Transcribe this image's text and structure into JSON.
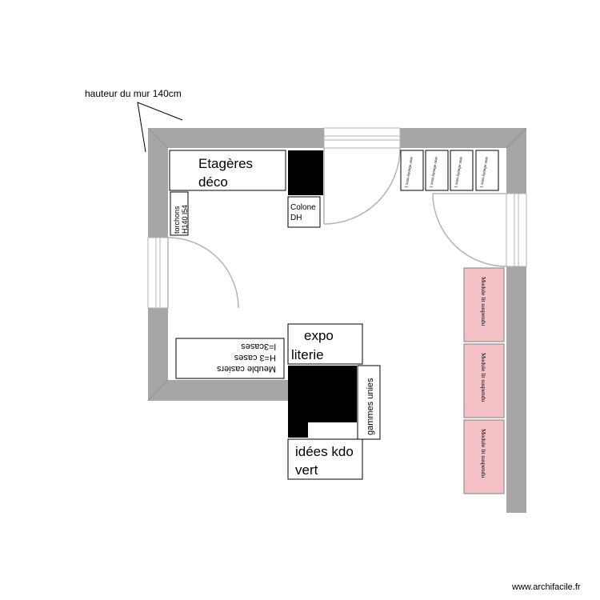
{
  "annotation": {
    "wall_height": "hauteur du mur 140cm"
  },
  "colors": {
    "wall": "#a6a6a6",
    "module": "#f4c2c6",
    "door_arc": "#b3b3b3",
    "block": "#000000"
  },
  "labels": {
    "etageres_line1": "Etagères",
    "etageres_line2": "déco",
    "torchons_line1": "torchons",
    "torchons_line2": "H140 l54",
    "colone_line1": "Colone",
    "colone_line2": "DH",
    "coussin": "1 cous.éponge unie",
    "module_lit": "Module lit suspendu",
    "meuble_line1": "Meuble casiers",
    "meuble_line2": "H=3 cases",
    "meuble_line3": "l=3cases",
    "expo_line1": "expo",
    "expo_line2": "literie",
    "gammes": "gammes unies",
    "idees_line1": "idées kdo",
    "idees_line2": "vert"
  },
  "watermark": "www.archifacile.fr"
}
